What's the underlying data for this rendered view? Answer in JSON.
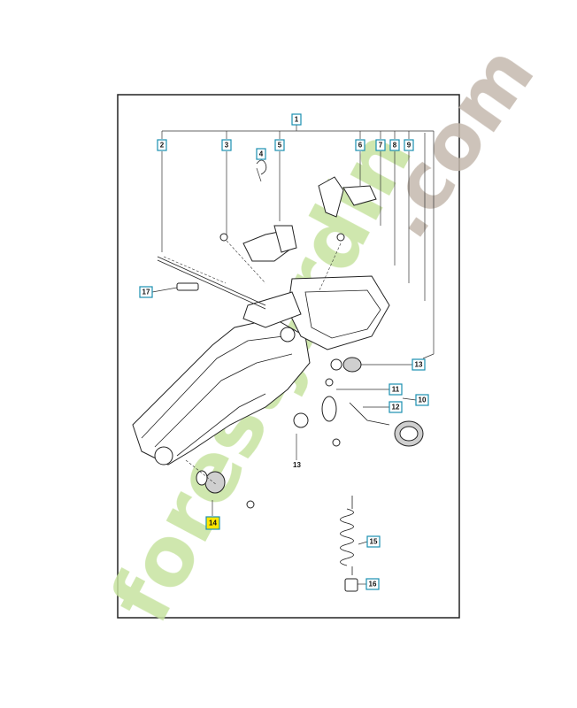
{
  "watermark": {
    "forest": "forestjardin",
    "com": ".com",
    "green": "#c7e3a0",
    "orange": "#f6c28e",
    "grey": "#c4b9ae"
  },
  "callouts": [
    {
      "id": "c1",
      "label": "1"
    },
    {
      "id": "c2",
      "label": "2"
    },
    {
      "id": "c3",
      "label": "3"
    },
    {
      "id": "c4",
      "label": "4"
    },
    {
      "id": "c5",
      "label": "5"
    },
    {
      "id": "c6",
      "label": "6"
    },
    {
      "id": "c7",
      "label": "7"
    },
    {
      "id": "c8",
      "label": "8"
    },
    {
      "id": "c9",
      "label": "9"
    },
    {
      "id": "c10",
      "label": "10"
    },
    {
      "id": "c11",
      "label": "11"
    },
    {
      "id": "c12",
      "label": "12"
    },
    {
      "id": "c13",
      "label": "13"
    },
    {
      "id": "c14",
      "label": "14",
      "highlight": true
    },
    {
      "id": "c15",
      "label": "15"
    },
    {
      "id": "c16",
      "label": "16"
    },
    {
      "id": "c17",
      "label": "17"
    }
  ],
  "plain_labels": {
    "lower13": "13"
  },
  "colors": {
    "callout_border": "#1a8fb0",
    "highlight": "#ffe600"
  }
}
